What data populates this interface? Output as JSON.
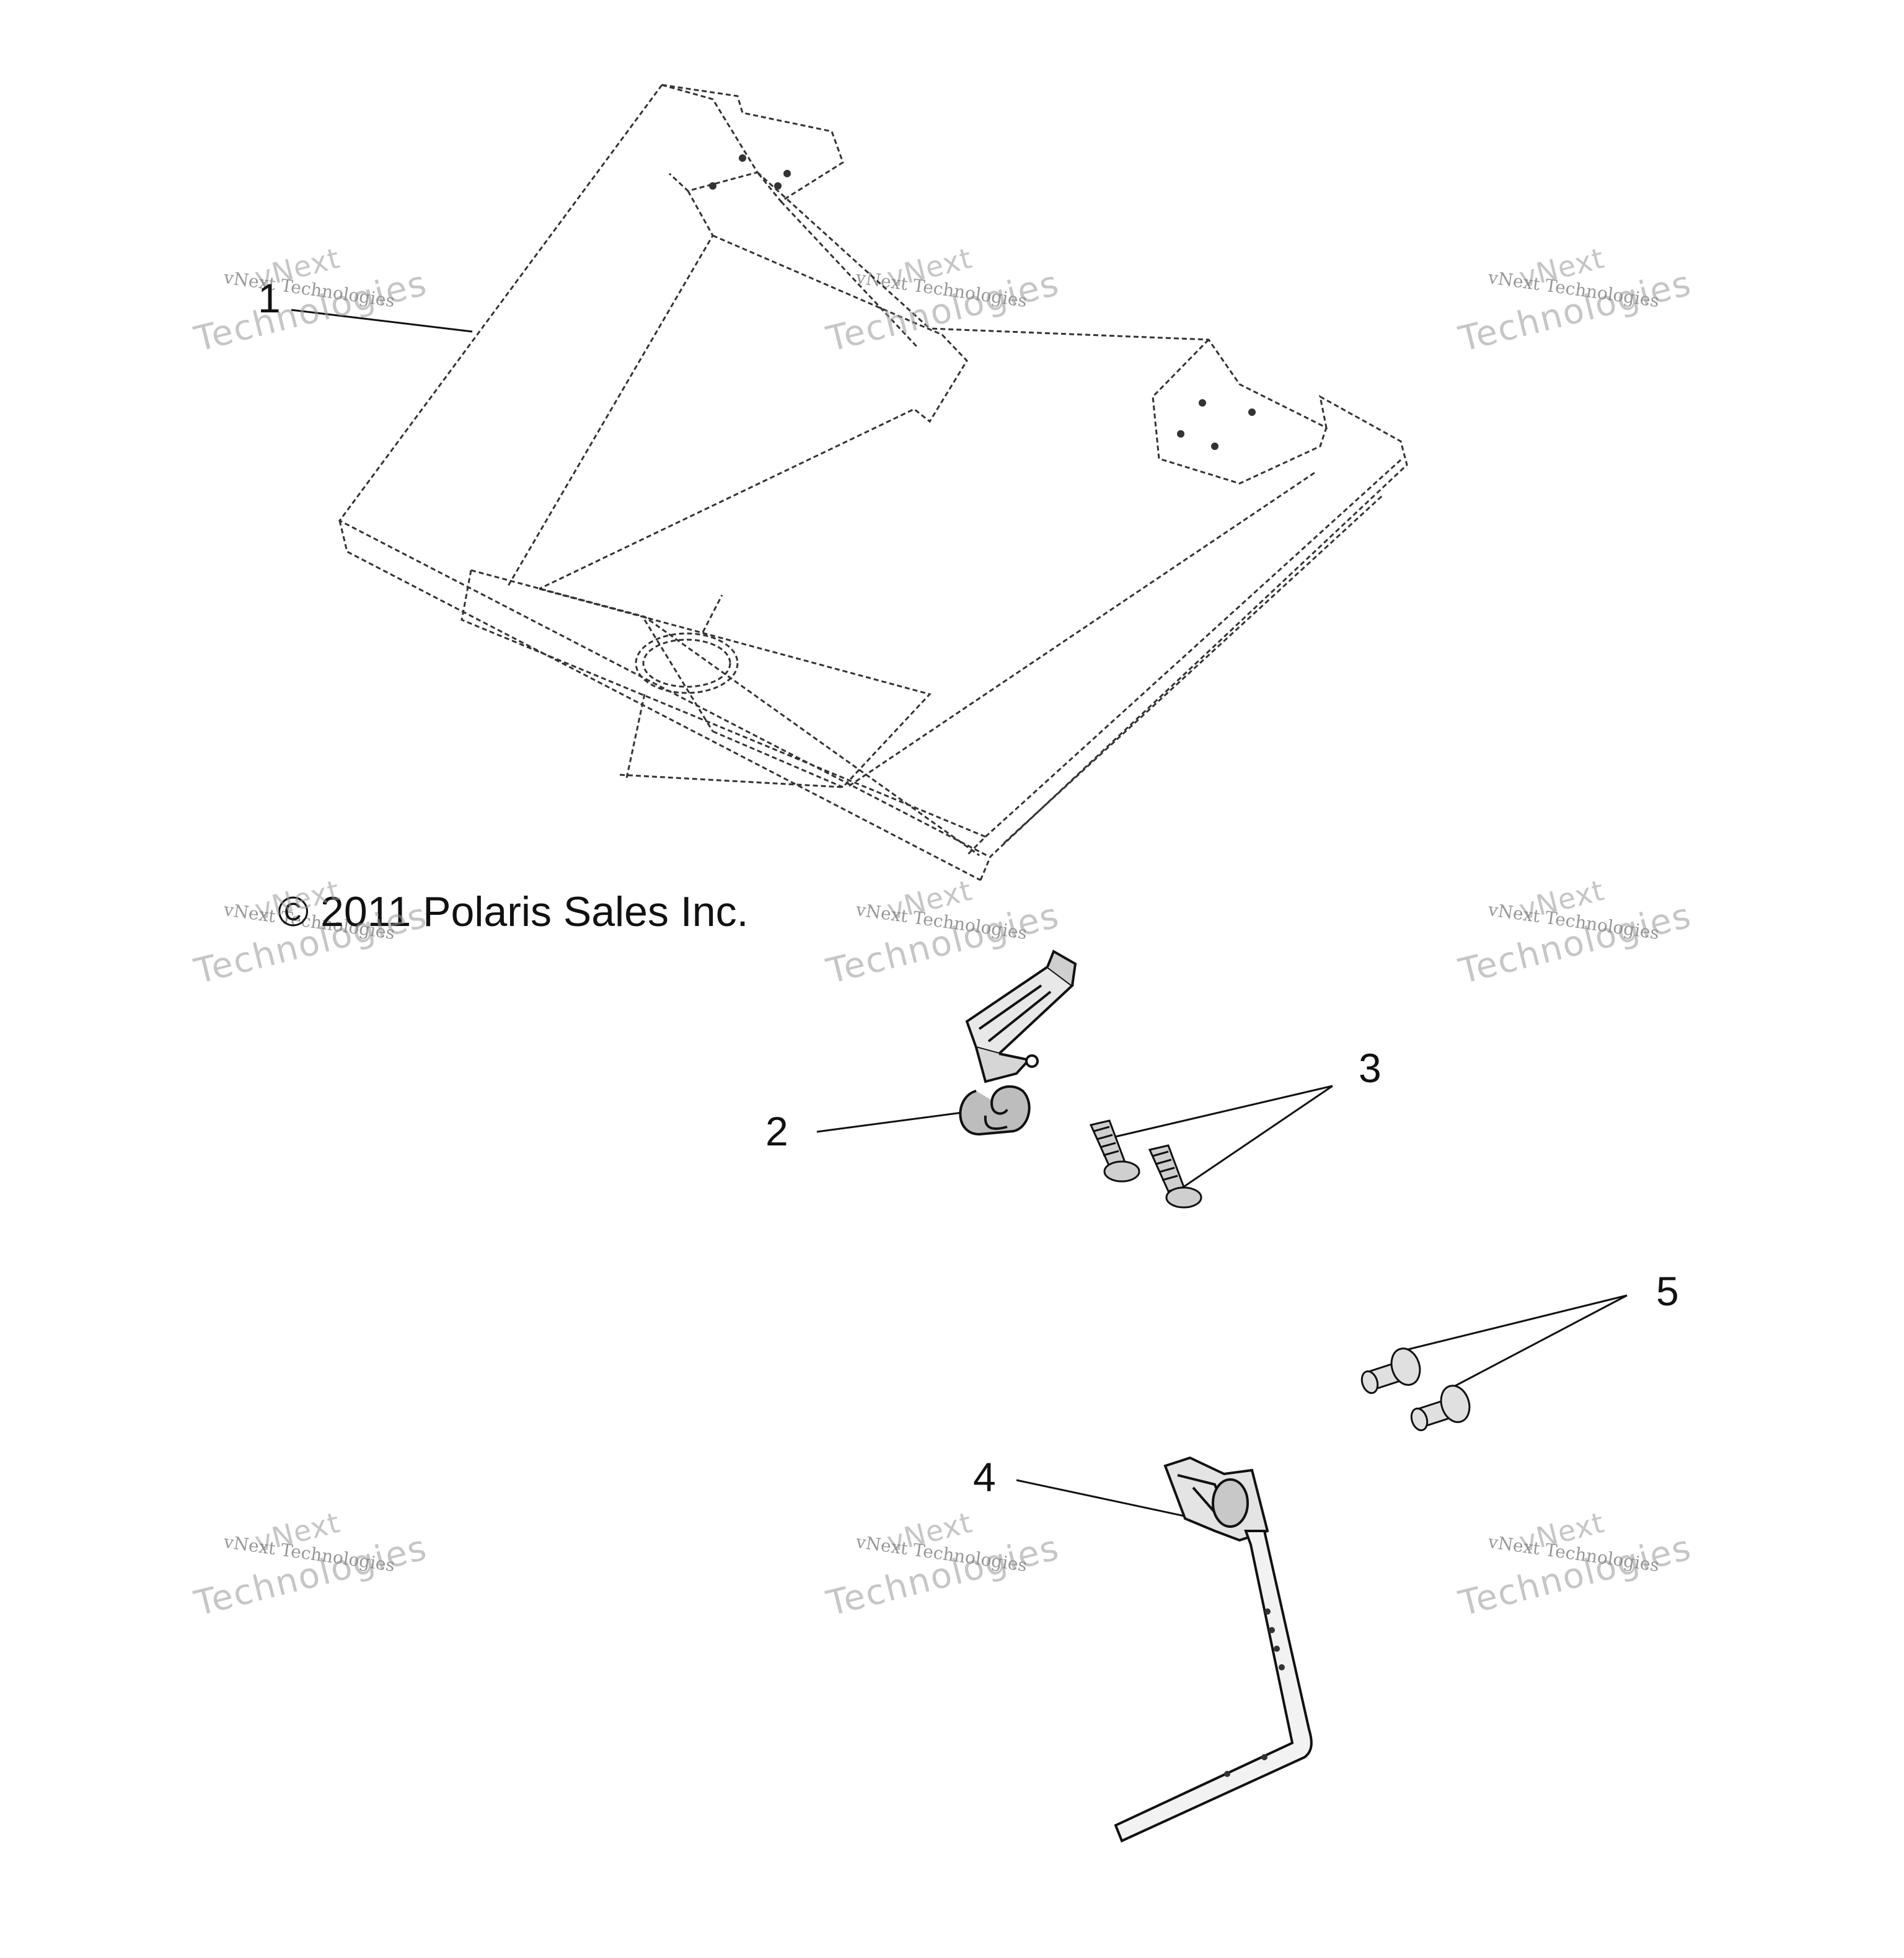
{
  "callouts": [
    {
      "id": "1",
      "label": "1"
    },
    {
      "id": "2",
      "label": "2"
    },
    {
      "id": "3",
      "label": "3"
    },
    {
      "id": "4",
      "label": "4"
    },
    {
      "id": "5",
      "label": "5"
    }
  ],
  "copyright": "© 2011 Polaris Sales Inc.",
  "watermark": {
    "small": "vNext Technologies",
    "big_top": "vNext",
    "big_bottom": "Technologies"
  }
}
